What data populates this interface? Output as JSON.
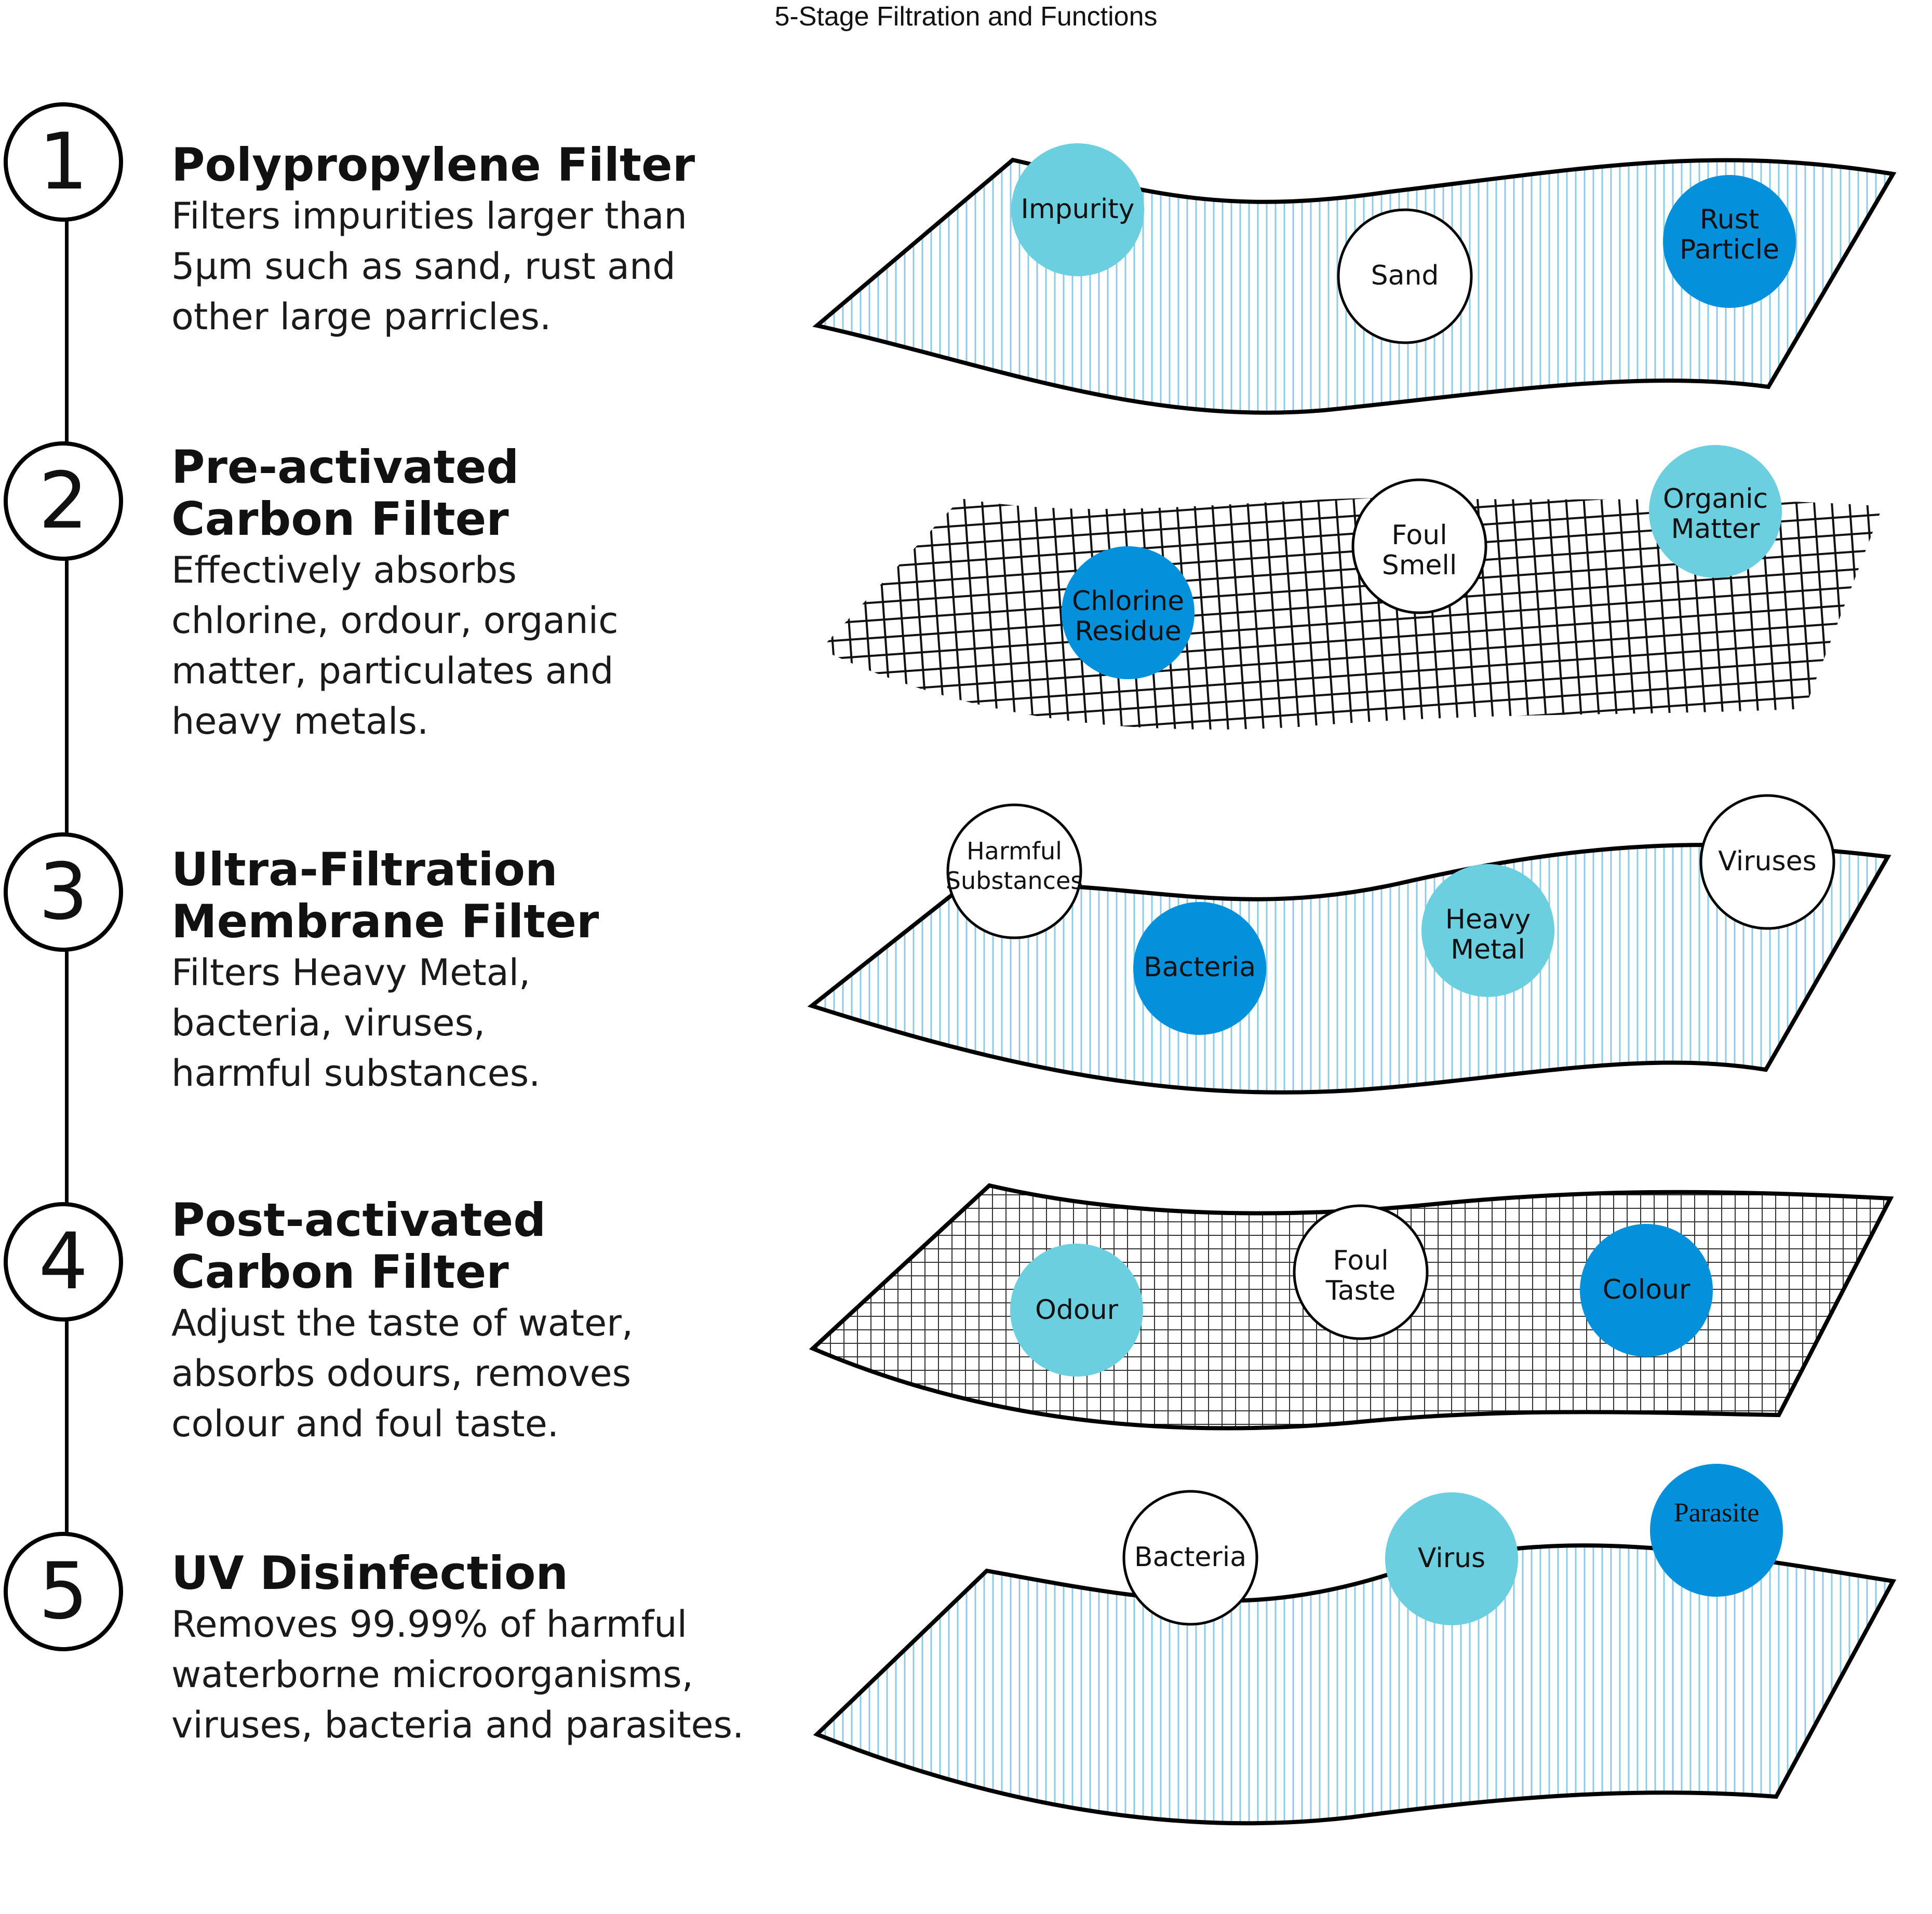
{
  "title": "5-Stage Filtration and Functions",
  "colors": {
    "light_blue": "#6bcfe0",
    "dark_blue": "#0590db",
    "stripe_blue": "#8ccbe6",
    "outline": "#000000"
  },
  "stages": [
    {
      "number": "1",
      "title": "Polypropylene Filter",
      "description": "Filters impurities larger than\n5µm such as sand, rust and\nother large parricles.",
      "mesh": "fine-vertical-stripes",
      "particles": [
        {
          "label_lines": [
            "Impurity"
          ],
          "color": "light-blue"
        },
        {
          "label_lines": [
            "Sand"
          ],
          "color": "white"
        },
        {
          "label_lines": [
            "Rust",
            "Particle"
          ],
          "color": "dark-blue"
        }
      ]
    },
    {
      "number": "2",
      "title": "Pre-activated\nCarbon Filter",
      "description": "Effectively absorbs\nchlorine, ordour, organic\nmatter, particulates and\nheavy metals.",
      "mesh": "coarse-grid",
      "particles": [
        {
          "label_lines": [
            "Foul",
            "Smell"
          ],
          "color": "white"
        },
        {
          "label_lines": [
            "Organic",
            "Matter"
          ],
          "color": "light-blue"
        },
        {
          "label_lines": [
            "Chlorine",
            "Residue"
          ],
          "color": "dark-blue"
        }
      ]
    },
    {
      "number": "3",
      "title": "Ultra-Filtration\nMembrane Filter",
      "description": "Filters Heavy Metal,\nbacteria, viruses,\nharmful substances.",
      "mesh": "fine-vertical-stripes",
      "particles": [
        {
          "label_lines": [
            "Harmful",
            "Substances"
          ],
          "color": "white"
        },
        {
          "label_lines": [
            "Bacteria"
          ],
          "color": "dark-blue"
        },
        {
          "label_lines": [
            "Heavy",
            "Metal"
          ],
          "color": "light-blue"
        },
        {
          "label_lines": [
            "Viruses"
          ],
          "color": "white"
        }
      ]
    },
    {
      "number": "4",
      "title": "Post-activated\nCarbon Filter",
      "description": "Adjust the taste of water,\nabsorbs odours, removes\ncolour and foul taste.",
      "mesh": "fine-grid",
      "particles": [
        {
          "label_lines": [
            "Odour"
          ],
          "color": "light-blue"
        },
        {
          "label_lines": [
            "Foul",
            "Taste"
          ],
          "color": "white"
        },
        {
          "label_lines": [
            "Colour"
          ],
          "color": "dark-blue"
        }
      ]
    },
    {
      "number": "5",
      "title": "UV Disinfection",
      "description": "Removes 99.99% of harmful\nwaterborne microorganisms,\nviruses, bacteria and parasites.",
      "mesh": "fine-vertical-stripes",
      "particles": [
        {
          "label_lines": [
            "Bacteria"
          ],
          "color": "white"
        },
        {
          "label_lines": [
            "Virus"
          ],
          "color": "light-blue"
        },
        {
          "label_lines": [
            "Parasite"
          ],
          "color": "dark-blue"
        }
      ]
    }
  ]
}
